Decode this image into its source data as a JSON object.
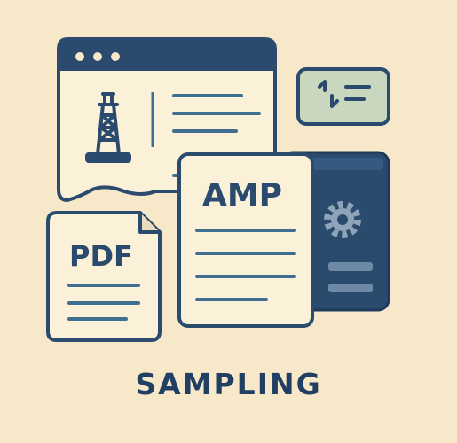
{
  "documents": {
    "amp_label": "AMP",
    "pdf_label": "PDF"
  },
  "caption": "SAMPLING",
  "icons": [
    "oil-derrick-icon",
    "sort-icon",
    "gear-icon"
  ],
  "colors": {
    "background": "#f6e8c8",
    "navy": "#2a4a6e",
    "ink": "#213f63",
    "paper": "#fbf0d8",
    "sage": "#c9d7bf",
    "line_blue": "#3f6e91"
  }
}
